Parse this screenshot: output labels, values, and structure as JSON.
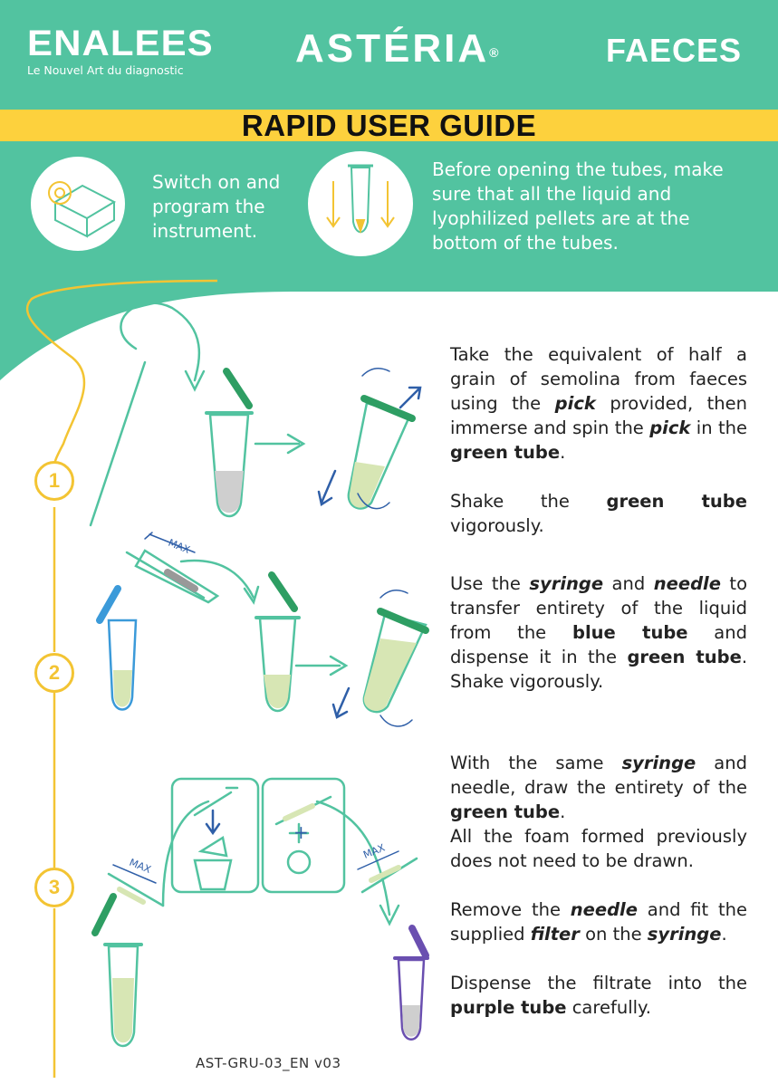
{
  "header": {
    "logo_name": "ENALEES",
    "logo_tagline": "Le Nouvel Art du diagnostic",
    "product": "ASTÉRIA",
    "product_mark": "®",
    "sample_type": "FAECES",
    "banner_title": "RAPID USER GUIDE"
  },
  "prep": [
    {
      "text": "Switch on and program the instrument.",
      "icon": "instrument-gear-icon"
    },
    {
      "text": "Before opening the tubes, make sure that all the liquid and lyophilized pellets are at the bottom of the tubes.",
      "icon": "tube-spin-down-icon"
    }
  ],
  "steps": [
    {
      "number": "1",
      "p1": {
        "a": "Take the equivalent of half a grain of semolina from faeces using the ",
        "b": "pick",
        "c": " provided, then immerse and spin the ",
        "d": "pick",
        "e": " in the ",
        "f": "green tube",
        "g": "."
      },
      "p2": {
        "a": "Shake the ",
        "b": "green tube",
        "c": " vigorously."
      }
    },
    {
      "number": "2",
      "p1": {
        "a": "Use the ",
        "b": "syringe",
        "c": " and ",
        "d": "needle",
        "e": " to transfer entirety of the liquid from the ",
        "f": "blue tube",
        "g": " and dispense it in the ",
        "h": "green tube",
        "i": ". Shake vigorously."
      }
    },
    {
      "number": "3",
      "p1": {
        "a": "With the same ",
        "b": "syringe",
        "c": " and needle, draw the entirety of the ",
        "d": "green tube",
        "e": "."
      },
      "p2": {
        "a": "All the foam formed previously does not need to be drawn."
      },
      "p3": {
        "a": "Remove the ",
        "b": "needle",
        "c": " and fit the supplied ",
        "d": "filter",
        "e": " on the ",
        "f": "syringe",
        "g": "."
      },
      "p4": {
        "a": "Dispense the filtrate into the ",
        "b": "purple tube",
        "c": " carefully."
      }
    }
  ],
  "labels": {
    "max": "MAX",
    "plus": "+"
  },
  "footer": {
    "code": "AST-GRU-03_EN  v03"
  },
  "colors": {
    "teal": "#52c3a0",
    "yellow": "#fdd13d",
    "green_tube": "#2e9e63",
    "blue_tube": "#3b9ad9",
    "purple_tube": "#6a4fb0",
    "arrow_blue": "#2f5fa8"
  }
}
